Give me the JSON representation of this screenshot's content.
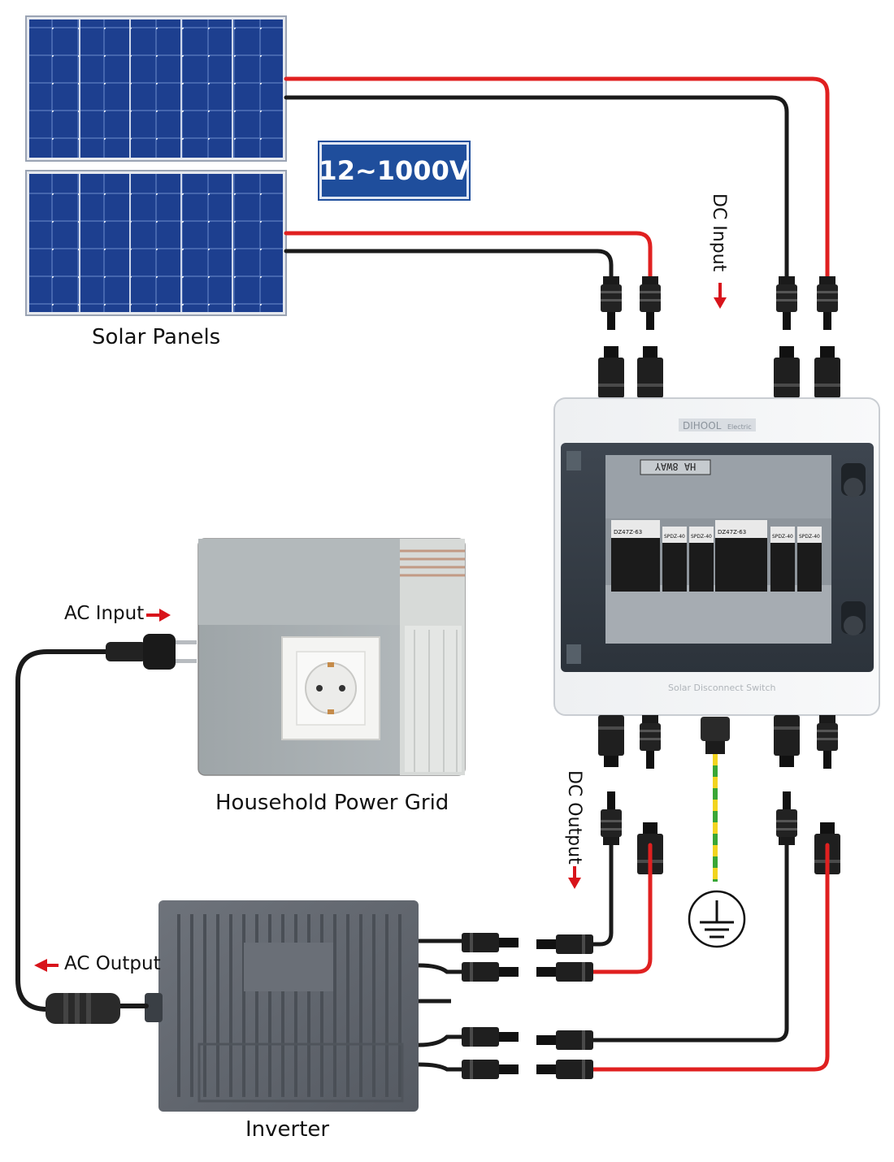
{
  "labels": {
    "voltage": "12~1000V",
    "solar_panels": "Solar Panels",
    "dc_input": "DC Input",
    "ac_input": "AC Input",
    "household_grid": "Household Power Grid",
    "dc_output": "DC Output",
    "ac_output": "AC Output",
    "inverter": "Inverter"
  },
  "combiner_box": {
    "brand": "DIHOOL",
    "brand_sub": "Electric",
    "model_plate": "HA 8WAY",
    "footer": "Solar Disconnect Switch",
    "breakers": [
      "DZ47Z-63",
      "SPDZ-40",
      "SPDZ-40",
      "DZ47Z-63",
      "SPDZ-40",
      "SPDZ-40"
    ]
  },
  "colors": {
    "badge_blue": "#1f4e9c",
    "cable_red": "#e02020",
    "cable_black": "#1a1a1a",
    "panel_blue": "#1d3f8f",
    "ground_green": "#3aa635",
    "ground_yellow": "#f2d41f",
    "arrow_red": "#d8141b"
  },
  "icons": [
    "solar-panel-icon",
    "plug-icon",
    "wall-socket-icon",
    "ground-symbol-icon",
    "inverter-icon",
    "mc4-connector-icon"
  ]
}
